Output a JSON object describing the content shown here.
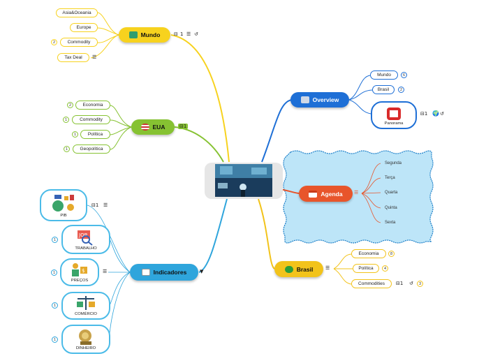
{
  "central": {
    "image": "futuristic-city-scene"
  },
  "mundo": {
    "label": "Mundo",
    "count": "1",
    "children": [
      {
        "label": "Asia&Oceania"
      },
      {
        "label": "Europe"
      },
      {
        "label": "Commodity",
        "badge": "2"
      },
      {
        "label": "Tax Deal"
      }
    ]
  },
  "eua": {
    "label": "EUA",
    "count": "1",
    "children": [
      {
        "label": "Economia",
        "badge": "2"
      },
      {
        "label": "Commodity",
        "badge": "1"
      },
      {
        "label": "Política",
        "badge": "1"
      },
      {
        "label": "Geopolítica",
        "badge": "1"
      }
    ]
  },
  "indicadores": {
    "label": "Indicadores",
    "children": [
      {
        "label": "PIB",
        "count": "1"
      },
      {
        "label": "TRABALHO",
        "badge": "1"
      },
      {
        "label": "PREÇOS",
        "badge": "1"
      },
      {
        "label": "COMÉRCIO",
        "badge": "1"
      },
      {
        "label": "DINHEIRO",
        "badge": "1"
      }
    ]
  },
  "overview": {
    "label": "Overview",
    "children": [
      {
        "label": "Mundo",
        "badge": "6"
      },
      {
        "label": "Brasil",
        "badge": "2"
      },
      {
        "label": "Panorama",
        "count": "1"
      }
    ]
  },
  "agenda": {
    "label": "Agenda",
    "days": [
      "Segunda",
      "Terça",
      "Quarta",
      "Quinta",
      "Sexta"
    ]
  },
  "brasil": {
    "label": "Brasil",
    "children": [
      {
        "label": "Economia",
        "badge": "8"
      },
      {
        "label": "Política",
        "badge": "4"
      },
      {
        "label": "Commodities",
        "count": "1",
        "badge": "3"
      }
    ]
  },
  "colors": {
    "mundo": "#f7d21e",
    "eua": "#86c232",
    "indicadores": "#2fa5dc",
    "overview": "#1e6fd6",
    "agenda": "#e8552b",
    "brasil": "#f2c31b",
    "agenda_bg": "#bde5f8"
  }
}
